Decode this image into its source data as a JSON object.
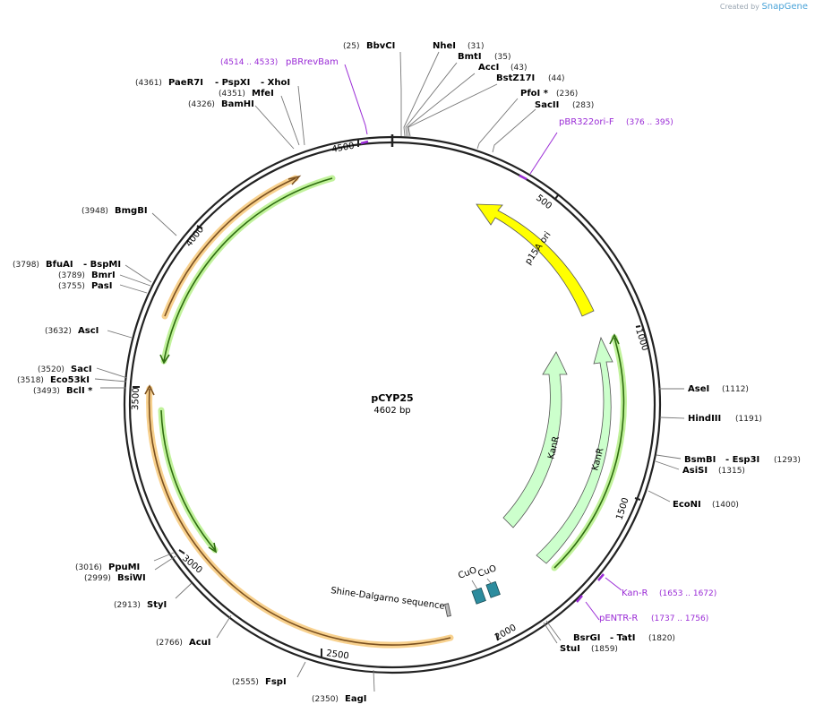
{
  "credit": {
    "prefix": "Created by",
    "brand": "SnapGene"
  },
  "plasmid": {
    "name": "pCYP25",
    "length_label": "4602 bp",
    "length": 4602
  },
  "ticks": [
    "500",
    "1000",
    "1500",
    "2000",
    "2500",
    "3000",
    "3500",
    "4000",
    "4500"
  ],
  "colors": {
    "backbone": "#222222",
    "enzyme_line": "#777777",
    "primer": "#9a2bd6",
    "p15a": "#ffff00",
    "kanr": "#ccffcc",
    "orange_glow": "#f7c97a",
    "green_glow": "#b6f08a",
    "cuo": "#2d8c9e"
  },
  "enzymes": [
    {
      "name": "BbvCI",
      "pos": "(25)"
    },
    {
      "name": "NheI",
      "pos": "(31)"
    },
    {
      "name": "BmtI",
      "pos": "(35)"
    },
    {
      "name": "AccI",
      "pos": "(43)"
    },
    {
      "name": "BstZ17I",
      "pos": "(44)"
    },
    {
      "name": "PfoI *",
      "pos": "(236)"
    },
    {
      "name": "SacII",
      "pos": "(283)"
    },
    {
      "name": "AseI",
      "pos": "(1112)"
    },
    {
      "name": "HindIII",
      "pos": "(1191)"
    },
    {
      "name": "BsmBI",
      "pos": "(1293)",
      "pair": "- Esp3I"
    },
    {
      "name": "AsiSI",
      "pos": "(1315)"
    },
    {
      "name": "EcoNI",
      "pos": "(1400)"
    },
    {
      "name": "BsrGI",
      "pos": "(1820)",
      "pair": "- TatI"
    },
    {
      "name": "StuI",
      "pos": "(1859)"
    },
    {
      "name": "EagI",
      "pos": "(2350)"
    },
    {
      "name": "FspI",
      "pos": "(2555)"
    },
    {
      "name": "AcuI",
      "pos": "(2766)"
    },
    {
      "name": "StyI",
      "pos": "(2913)"
    },
    {
      "name": "BsiWI",
      "pos": "(2999)"
    },
    {
      "name": "PpuMI",
      "pos": "(3016)"
    },
    {
      "name": "BclI *",
      "pos": "(3493)"
    },
    {
      "name": "Eco53kI",
      "pos": "(3518)"
    },
    {
      "name": "SacI",
      "pos": "(3520)"
    },
    {
      "name": "AscI",
      "pos": "(3632)"
    },
    {
      "name": "PasI",
      "pos": "(3755)"
    },
    {
      "name": "BmrI",
      "pos": "(3789)"
    },
    {
      "name": "BfuAI",
      "pos": "(3798)",
      "pair": "- BspMI"
    },
    {
      "name": "BmgBI",
      "pos": "(3948)"
    },
    {
      "name": "BamHI",
      "pos": "(4326)"
    },
    {
      "name": "MfeI",
      "pos": "(4351)"
    },
    {
      "name": "PaeR7I",
      "pos": "(4361)",
      "pair": "- PspXI",
      "pair2": "- XhoI"
    }
  ],
  "primers": [
    {
      "name": "pBRrevBam",
      "range": "(4514 .. 4533)"
    },
    {
      "name": "pBR322ori-F",
      "range": "(376 .. 395)"
    },
    {
      "name": "Kan-R",
      "range": "(1653 .. 1672)"
    },
    {
      "name": "pENTR-R",
      "range": "(1737 .. 1756)"
    }
  ],
  "features": [
    {
      "name": "p15A ori"
    },
    {
      "name": "KanR"
    },
    {
      "name": "KanR"
    },
    {
      "name": "CuO"
    },
    {
      "name": "CuO"
    },
    {
      "name": "Shine-Dalgarno sequence"
    }
  ]
}
